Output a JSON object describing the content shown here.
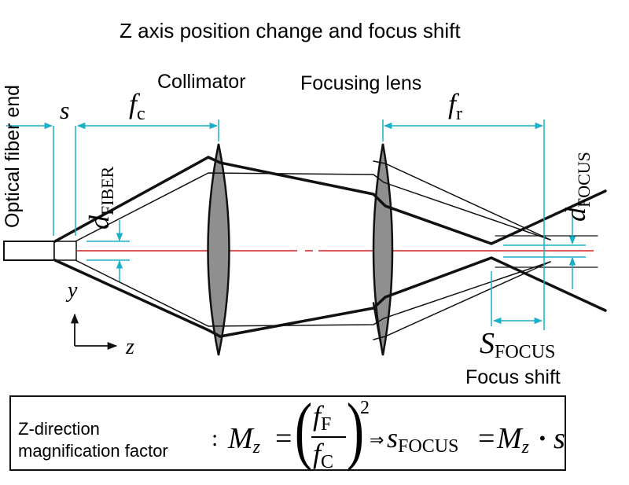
{
  "title": "Z axis position change and focus shift",
  "labels": {
    "collimator": "Collimator",
    "focusing_lens": "Focusing lens",
    "fiber_end": "Optical fiber end",
    "focus_shift": "Focus shift"
  },
  "symbols": {
    "s": "s",
    "f_c_main": "f",
    "f_c_sub": "c",
    "f_r_main": "f",
    "f_r_sub": "r",
    "d_fiber_main": "d",
    "d_fiber_sub": "FIBER",
    "d_focus_main": "d",
    "d_focus_sub": "FOCUS",
    "s_focus_main": "S",
    "s_focus_sub": "FOCUS",
    "axis_y": "y",
    "axis_z": "z"
  },
  "formula": {
    "label_line1": "Z-direction",
    "label_line2": "magnification factor",
    "colon": ":",
    "mz_main": "M",
    "mz_sub": "z",
    "equals": "=",
    "fF_main": "f",
    "fF_sub": "F",
    "fC_main": "f",
    "fC_sub": "C",
    "exponent": "2",
    "implies": "⇒",
    "s_main": "s",
    "s_sub": "FOCUS",
    "equals2": "=",
    "mz2_main": "M",
    "mz2_sub": "z",
    "dot": "•",
    "s_end": "s"
  },
  "colors": {
    "optical_axis": "#d42020",
    "lens_fill": "#8f8f8f",
    "dimension_lines": "#1ab0c8",
    "beam": "#111111"
  }
}
